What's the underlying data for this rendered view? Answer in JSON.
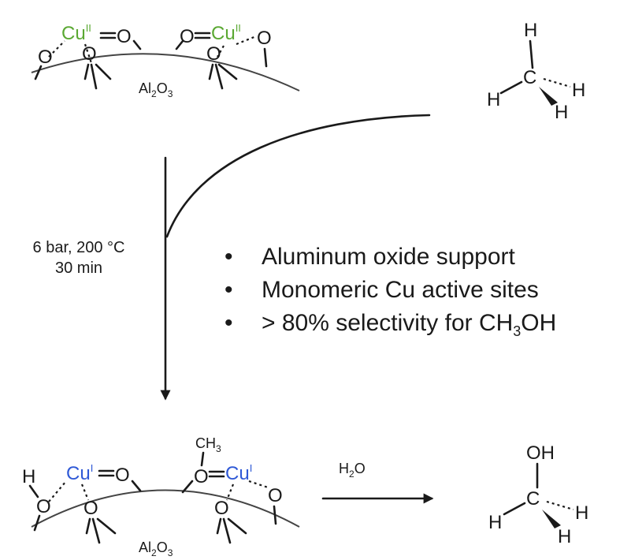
{
  "colors": {
    "cu_ii": "#5aa832",
    "cu_i": "#2f59d6",
    "ink": "#1a1a1a"
  },
  "top_surface": {
    "cu_left": "Cu",
    "cu_left_ox": "II",
    "cu_right": "Cu",
    "cu_right_ox": "II",
    "oxygen": "O",
    "support_main": "Al",
    "support_sub1": "2",
    "support_mid": "O",
    "support_sub2": "3"
  },
  "methane": {
    "c": "C",
    "h_top": "H",
    "h_left": "H",
    "h_right": "H",
    "h_bottom": "H"
  },
  "conditions": {
    "line1": "6 bar, 200 °C",
    "line2": "30 min"
  },
  "bullets": [
    {
      "marker": "•",
      "text": "Aluminum oxide support"
    },
    {
      "marker": "•",
      "text": "Monomeric Cu active sites"
    },
    {
      "marker": "•",
      "text": "> 80% selectivity for CH",
      "sub": "3",
      "tail": "OH"
    }
  ],
  "bottom_surface": {
    "h": "H",
    "oxygen": "O",
    "cu_left": "Cu",
    "cu_left_ox": "I",
    "cu_right": "Cu",
    "cu_right_ox": "I",
    "methyl": "CH",
    "methyl_sub": "3",
    "support_main": "Al",
    "support_sub1": "2",
    "support_mid": "O",
    "support_sub2": "3"
  },
  "hydrolysis": {
    "reagent_main": "H",
    "reagent_sub": "2",
    "reagent_tail": "O"
  },
  "methanol": {
    "oh": "OH",
    "c": "C",
    "h_left": "H",
    "h_right": "H",
    "h_bottom": "H"
  }
}
